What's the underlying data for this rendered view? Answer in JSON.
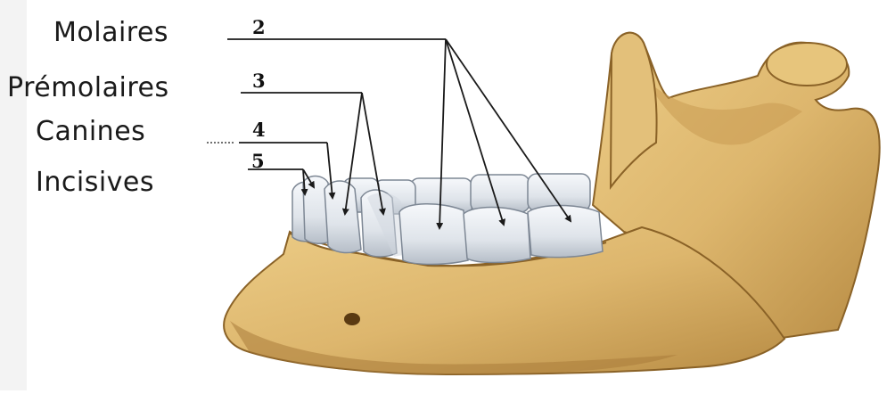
{
  "labels": {
    "molaires": "Molaires",
    "premolaires": "Prémolaires",
    "canines": "Canines",
    "incisives": "Incisives"
  },
  "numbers": {
    "molaires": "2",
    "premolaires": "3",
    "canines": "4",
    "incisives": "5"
  },
  "colors": {
    "bone": "#ddb66d",
    "bone_dark": "#a67a35",
    "tooth": "#e8ecf1",
    "tooth_shadow": "#9ea8b4",
    "leader": "#1a1a1a"
  }
}
